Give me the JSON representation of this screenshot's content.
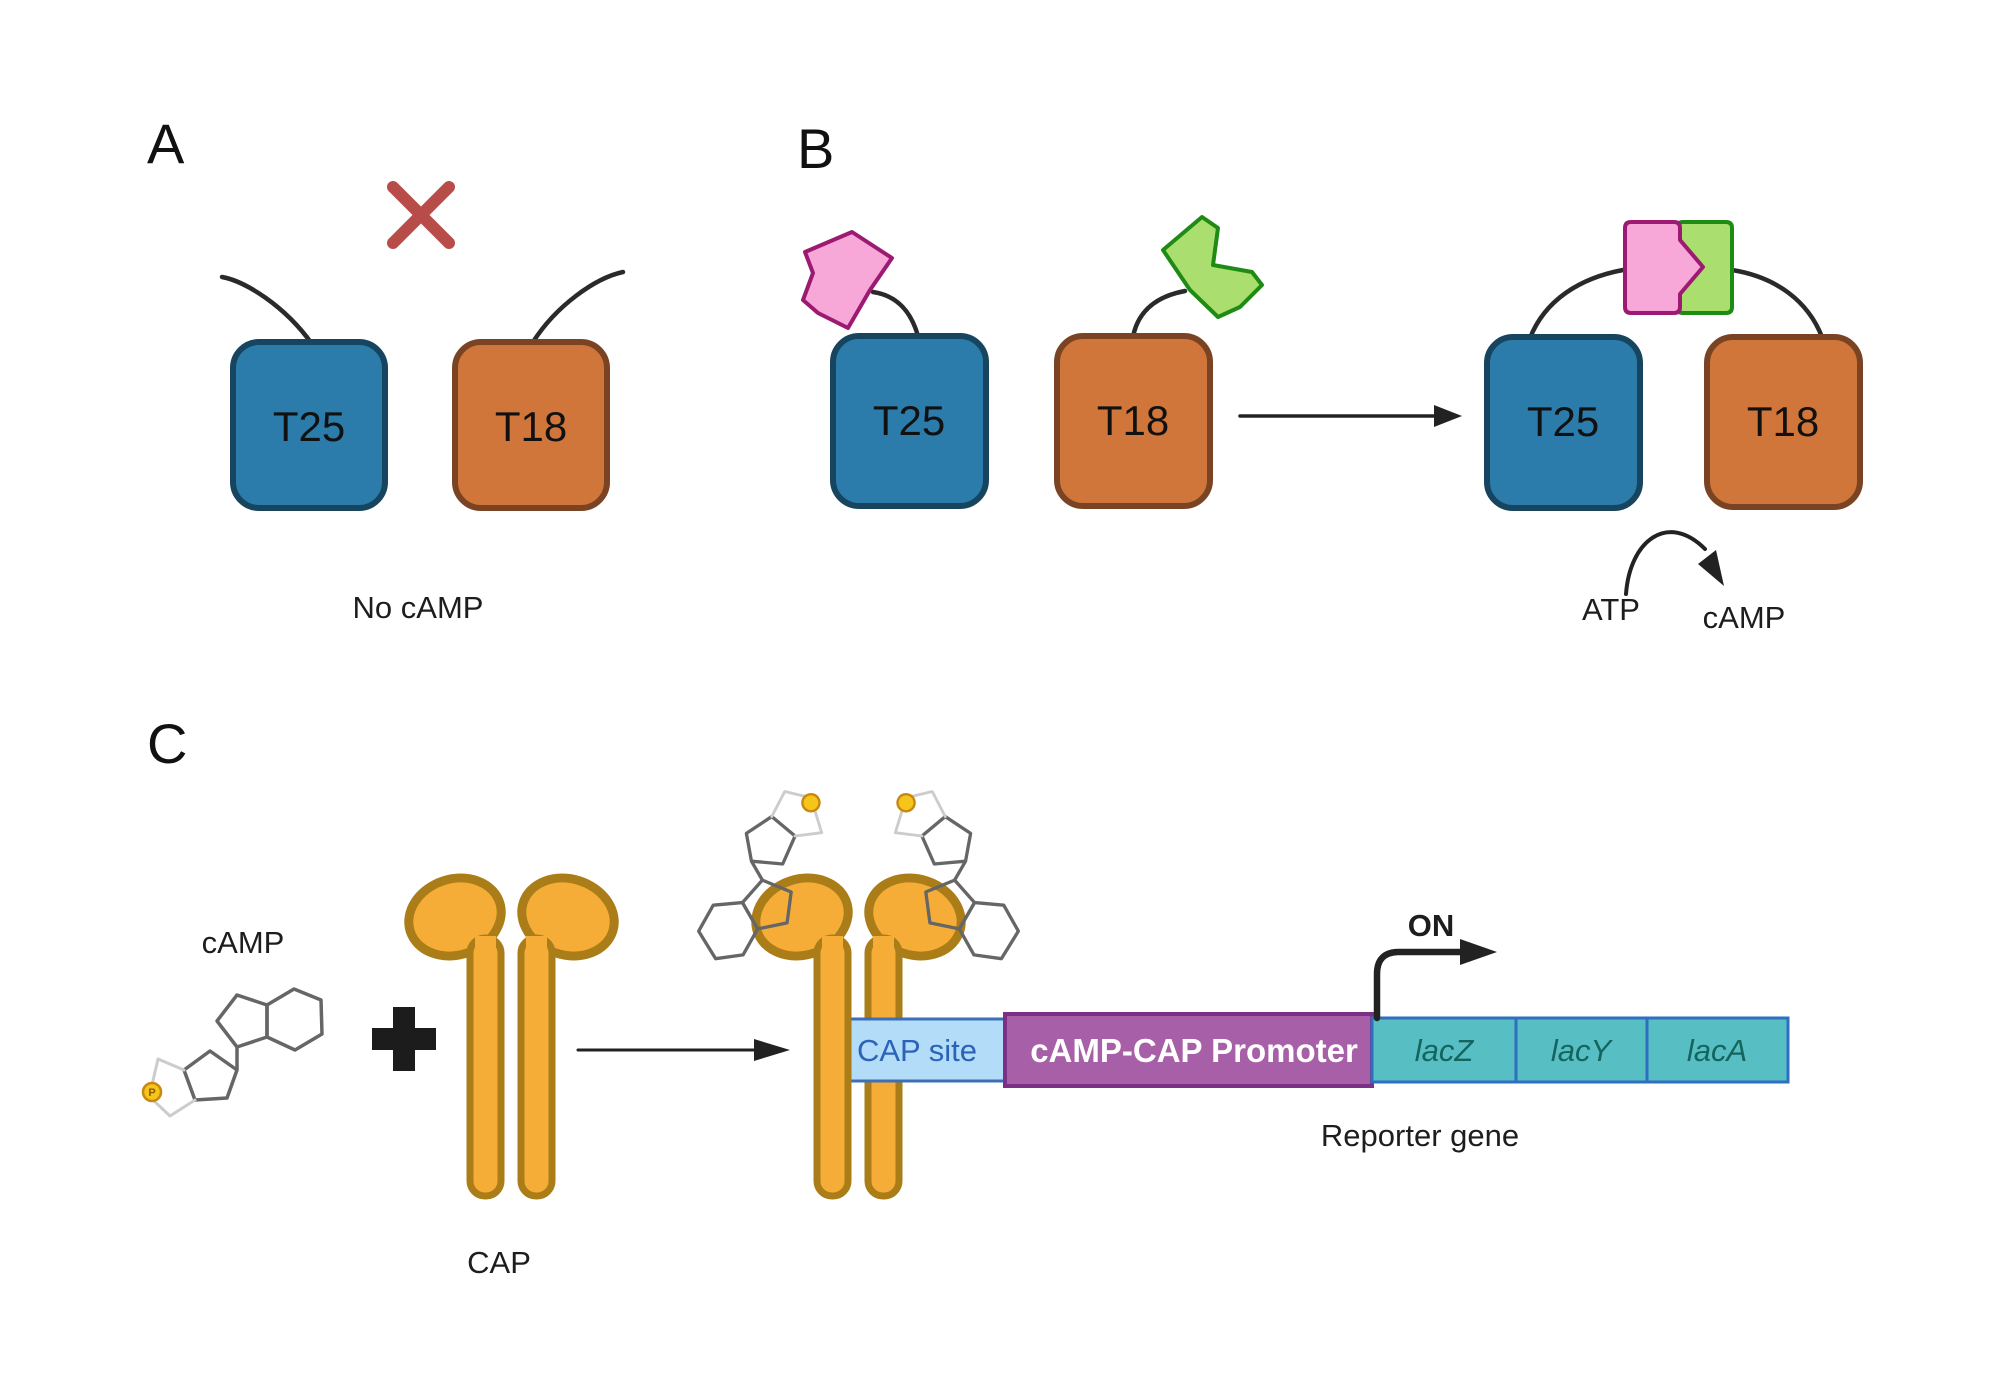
{
  "panels": {
    "a": {
      "label": "A",
      "t25": "T25",
      "t18": "T18",
      "caption": "No cAMP"
    },
    "b": {
      "label": "B",
      "t25_free": "T25",
      "t18_free": "T18",
      "t25_bound": "T25",
      "t18_bound": "T18",
      "atp": "ATP",
      "camp": "cAMP"
    },
    "c": {
      "label": "C",
      "camp_label": "cAMP",
      "cap_label": "CAP",
      "phosphate": "P",
      "on_label": "ON",
      "reporter_caption": "Reporter gene",
      "dna": {
        "cap_site": "CAP site",
        "promoter": "cAMP-CAP Promoter",
        "genes": [
          "lacZ",
          "lacY",
          "lacA"
        ]
      }
    }
  },
  "colors": {
    "t25_fill": "#2b7cab",
    "t25_stroke": "#17455f",
    "t18_fill": "#d1763a",
    "t18_stroke": "#7a4424",
    "fragment_pink": "#f7a8d8",
    "fragment_pink_stroke": "#9c1a72",
    "fragment_green": "#aade6e",
    "fragment_green_stroke": "#1e8c14",
    "cap_gold": "#f6ad38",
    "cap_gold_stroke": "#aa7d18",
    "cross_red": "#b84c49",
    "capsite_fill": "#b3dcf8",
    "capsite_stroke": "#3c6fb5",
    "capsite_text": "#2b63b8",
    "promoter_fill": "#a75fa7",
    "promoter_stroke": "#7c3085",
    "gene_fill": "#57bfc4",
    "gene_stroke": "#2e6fc0",
    "gene_text": "#15655f",
    "phosphate_fill": "#f6c51c",
    "phosphate_stroke": "#c8870e",
    "molecule_gray": "#666666",
    "molecule_light": "#cccccc",
    "ink": "#1d1d1f"
  }
}
